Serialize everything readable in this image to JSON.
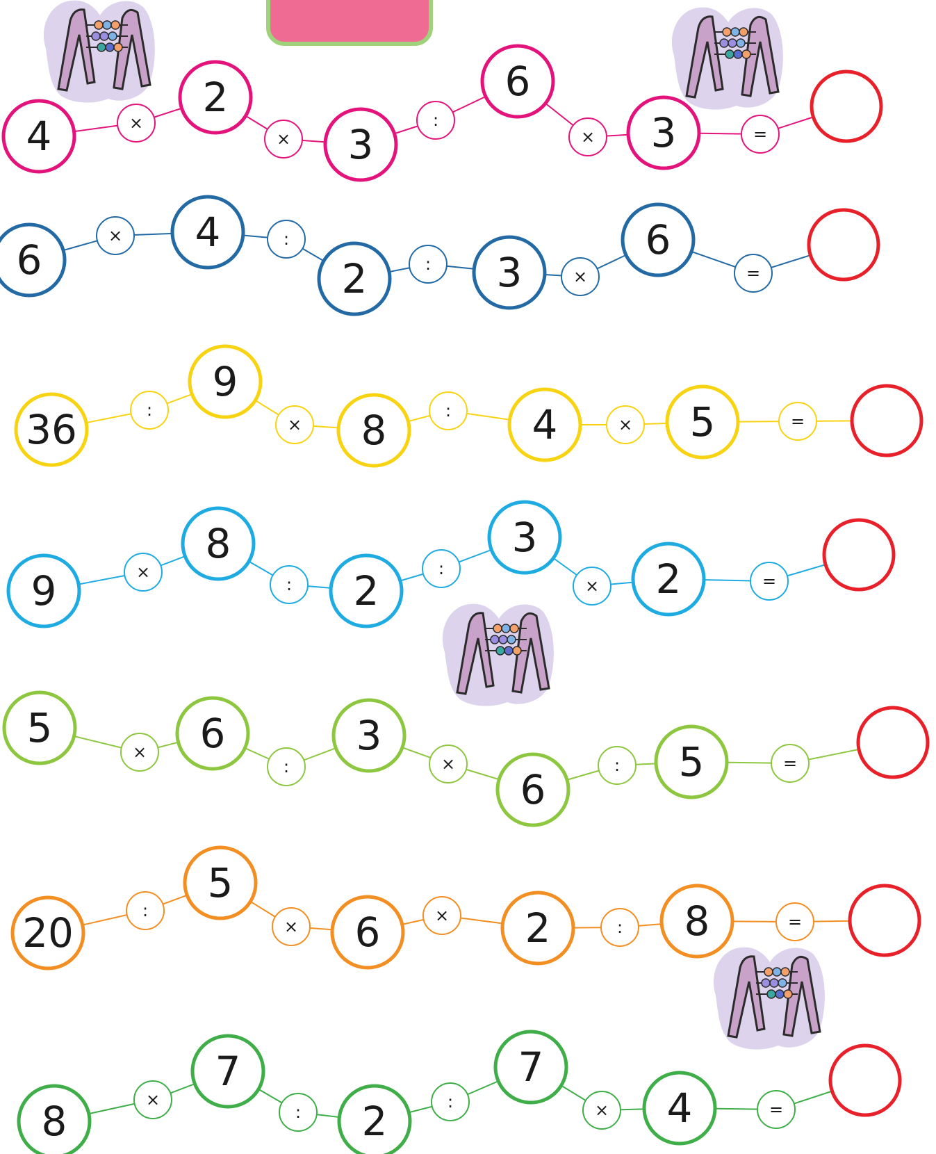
{
  "worksheet": {
    "answer_color": "#e8202a",
    "rows": [
      {
        "color": "#e3137b",
        "tokens": [
          [
            "n",
            "4"
          ],
          [
            "o",
            "×"
          ],
          [
            "n",
            "2"
          ],
          [
            "o",
            "×"
          ],
          [
            "n",
            "3"
          ],
          [
            "o",
            ":"
          ],
          [
            "n",
            "6"
          ],
          [
            "o",
            "×"
          ],
          [
            "n",
            "3"
          ],
          [
            "o",
            "="
          ],
          [
            "a",
            ""
          ]
        ]
      },
      {
        "color": "#236aa5",
        "tokens": [
          [
            "n",
            "6"
          ],
          [
            "o",
            "×"
          ],
          [
            "n",
            "4"
          ],
          [
            "o",
            ":"
          ],
          [
            "n",
            "2"
          ],
          [
            "o",
            ":"
          ],
          [
            "n",
            "3"
          ],
          [
            "o",
            "×"
          ],
          [
            "n",
            "6"
          ],
          [
            "o",
            "="
          ],
          [
            "a",
            ""
          ]
        ]
      },
      {
        "color": "#f7d312",
        "tokens": [
          [
            "n",
            "36"
          ],
          [
            "o",
            ":"
          ],
          [
            "n",
            "9"
          ],
          [
            "o",
            "×"
          ],
          [
            "n",
            "8"
          ],
          [
            "o",
            ":"
          ],
          [
            "n",
            "4"
          ],
          [
            "o",
            "×"
          ],
          [
            "n",
            "5"
          ],
          [
            "o",
            "="
          ],
          [
            "a",
            ""
          ]
        ]
      },
      {
        "color": "#1eabe2",
        "tokens": [
          [
            "n",
            "9"
          ],
          [
            "o",
            "×"
          ],
          [
            "n",
            "8"
          ],
          [
            "o",
            ":"
          ],
          [
            "n",
            "2"
          ],
          [
            "o",
            ":"
          ],
          [
            "n",
            "3"
          ],
          [
            "o",
            "×"
          ],
          [
            "n",
            "2"
          ],
          [
            "o",
            "="
          ],
          [
            "a",
            ""
          ]
        ]
      },
      {
        "color": "#8dc63f",
        "tokens": [
          [
            "n",
            "5"
          ],
          [
            "o",
            "×"
          ],
          [
            "n",
            "6"
          ],
          [
            "o",
            ":"
          ],
          [
            "n",
            "3"
          ],
          [
            "o",
            "×"
          ],
          [
            "n",
            "6"
          ],
          [
            "o",
            ":"
          ],
          [
            "n",
            "5"
          ],
          [
            "o",
            "="
          ],
          [
            "a",
            ""
          ]
        ]
      },
      {
        "color": "#f28e22",
        "tokens": [
          [
            "n",
            "20"
          ],
          [
            "o",
            ":"
          ],
          [
            "n",
            "5"
          ],
          [
            "o",
            "×"
          ],
          [
            "n",
            "6"
          ],
          [
            "o",
            "×"
          ],
          [
            "n",
            "2"
          ],
          [
            "o",
            ":"
          ],
          [
            "n",
            "8"
          ],
          [
            "o",
            "="
          ],
          [
            "a",
            ""
          ]
        ]
      },
      {
        "color": "#3fae49",
        "tokens": [
          [
            "n",
            "8"
          ],
          [
            "o",
            "×"
          ],
          [
            "n",
            "7"
          ],
          [
            "o",
            ":"
          ],
          [
            "n",
            "2"
          ],
          [
            "o",
            ":"
          ],
          [
            "n",
            "7"
          ],
          [
            "o",
            "×"
          ],
          [
            "n",
            "4"
          ],
          [
            "o",
            "="
          ],
          [
            "a",
            ""
          ]
        ]
      }
    ]
  }
}
